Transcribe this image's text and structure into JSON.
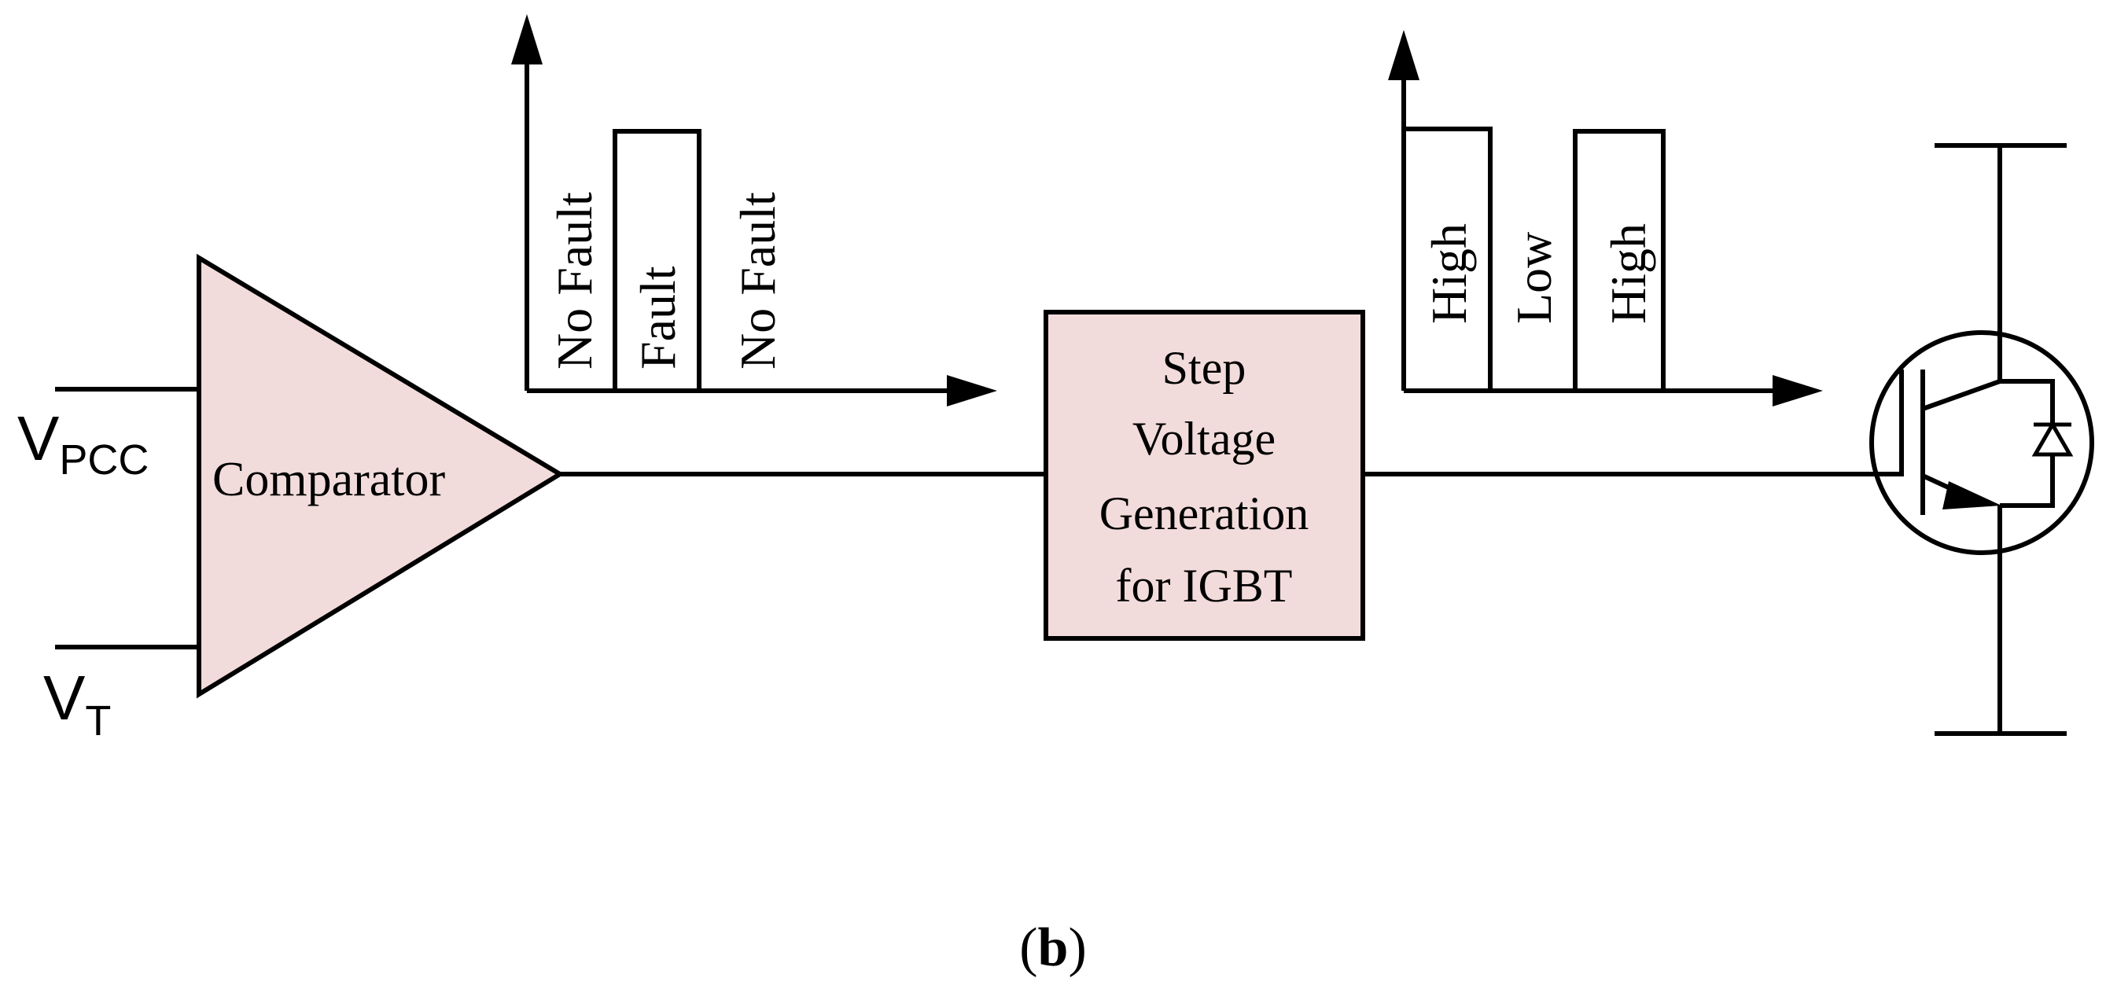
{
  "inputs": {
    "vpcc": {
      "main": "V",
      "sub": "PCC"
    },
    "vt": {
      "main": "V",
      "sub": "T"
    }
  },
  "comparator": {
    "label": "Comparator"
  },
  "fault_signal": {
    "labels": [
      "No Fault",
      "Fault",
      "No Fault"
    ]
  },
  "step_block": {
    "lines": [
      "Step",
      "Voltage",
      "Generation",
      "for IGBT"
    ]
  },
  "gate_signal": {
    "labels": [
      "High",
      "Low",
      "High"
    ]
  },
  "caption": {
    "open": "(",
    "letter": "b",
    "close": ")"
  },
  "colors": {
    "block_fill": "#f2dcdb",
    "stroke": "#000000"
  },
  "icons": {
    "igbt": "igbt-with-freewheeling-diode-icon"
  }
}
